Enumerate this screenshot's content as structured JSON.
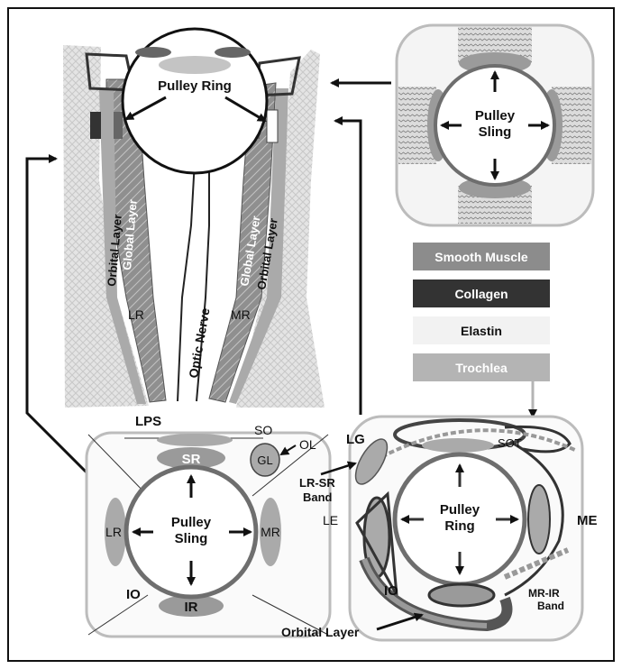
{
  "top": {
    "pulley_ring": "Pulley Ring",
    "orbital_layer": "Orbital Layer",
    "global_layer": "Global Layer",
    "lr": "LR",
    "mr": "MR",
    "optic_nerve": "Optic Nerve"
  },
  "top_right": {
    "pulley_sling_line1": "Pulley",
    "pulley_sling_line2": "Sling"
  },
  "legend": [
    {
      "label": "Smooth Muscle",
      "bg": "#8c8c8c",
      "fg": "#ffffff"
    },
    {
      "label": "Collagen",
      "bg": "#333333",
      "fg": "#ffffff"
    },
    {
      "label": "Elastin",
      "bg": "#f2f2f2",
      "fg": "#111111"
    },
    {
      "label": "Trochlea",
      "bg": "#b4b4b4",
      "fg": "#ffffff"
    }
  ],
  "bottom_left": {
    "lps": "LPS",
    "so": "SO",
    "ol": "OL",
    "gl": "GL",
    "sr": "SR",
    "lr": "LR",
    "mr": "MR",
    "io": "IO",
    "ir": "IR",
    "pulley_sling_line1": "Pulley",
    "pulley_sling_line2": "Sling"
  },
  "bottom_right": {
    "lg": "LG",
    "sot": "SOT",
    "lr_sr_band_line1": "LR-SR",
    "lr_sr_band_line2": "Band",
    "le": "LE",
    "me": "ME",
    "io": "IO",
    "pulley_ring_line1": "Pulley",
    "pulley_ring_line2": "Ring",
    "mr_ir_band_line1": "MR-IR",
    "mr_ir_band_line2": "Band",
    "orbital_layer": "Orbital Layer"
  }
}
